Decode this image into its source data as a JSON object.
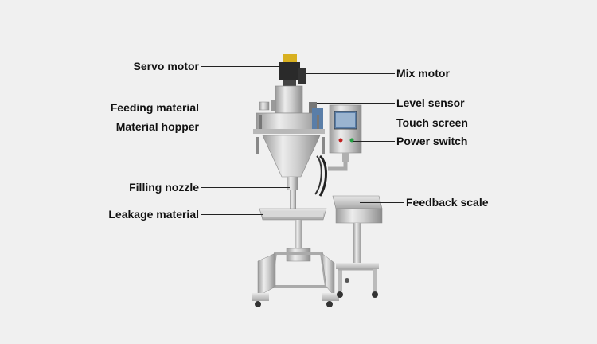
{
  "labels": {
    "servo_motor": "Servo motor",
    "mix_motor": "Mix motor",
    "feeding_material": "Feeding material",
    "level_sensor": "Level sensor",
    "material_hopper": "Material hopper",
    "touch_screen": "Touch screen",
    "power_switch": "Power switch",
    "filling_nozzle": "Filling nozzle",
    "feedback_scale": "Feedback scale",
    "leakage_material": "Leakage material"
  },
  "colors": {
    "background": "#f0f0f0",
    "steel": "#c8c8c8",
    "motor": "#2a2a2a",
    "accent_motor": "#d8b020",
    "screen": "#5a7ea8"
  }
}
